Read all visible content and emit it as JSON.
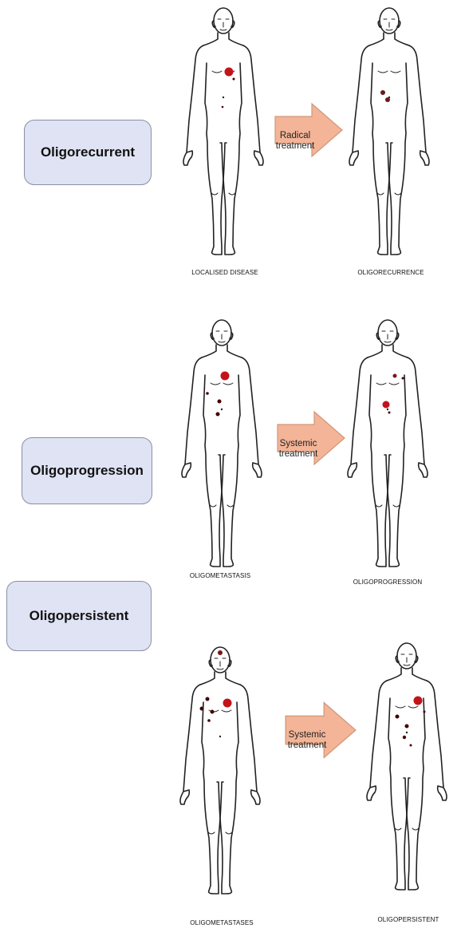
{
  "colors": {
    "box_fill": "#dfe3f3",
    "arrow_fill": "#f3b497",
    "lesion": "#c3141b"
  },
  "rows": [
    {
      "label": "Oligorecurrent",
      "arrow": {
        "line1": "Radical",
        "line2": "treatment"
      },
      "left_caption": "LOCALISED DISEASE",
      "right_caption": "OLIGORECURRENCE"
    },
    {
      "label": "Oligoprogression",
      "arrow": {
        "line1": "Systemic",
        "line2": "treatment"
      },
      "left_caption": "OLIGOMETASTASIS",
      "right_caption": "OLIGOPROGRESSION"
    },
    {
      "label": "Oligopersistent",
      "arrow": {
        "line1": "Systemic",
        "line2": "treatment"
      },
      "left_caption": "OLIGOMETASTASES",
      "right_caption": "OLIGOPERSISTENT"
    }
  ]
}
